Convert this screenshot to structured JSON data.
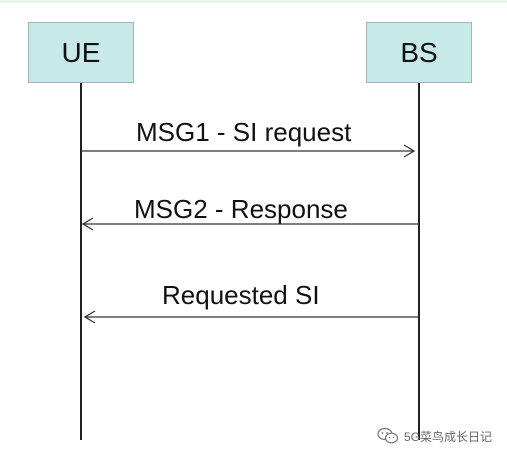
{
  "entities": {
    "ue": "UE",
    "bs": "BS"
  },
  "messages": [
    {
      "label": "MSG1 - SI request",
      "from": "UE",
      "to": "BS"
    },
    {
      "label": "MSG2 - Response",
      "from": "BS",
      "to": "UE"
    },
    {
      "label": "Requested SI",
      "from": "BS",
      "to": "UE"
    }
  ],
  "watermark": {
    "text": "5G菜鸟成长日记",
    "icon": "wechat-icon"
  },
  "colors": {
    "entity_fill": "#c7e9e8",
    "line": "#222222"
  }
}
